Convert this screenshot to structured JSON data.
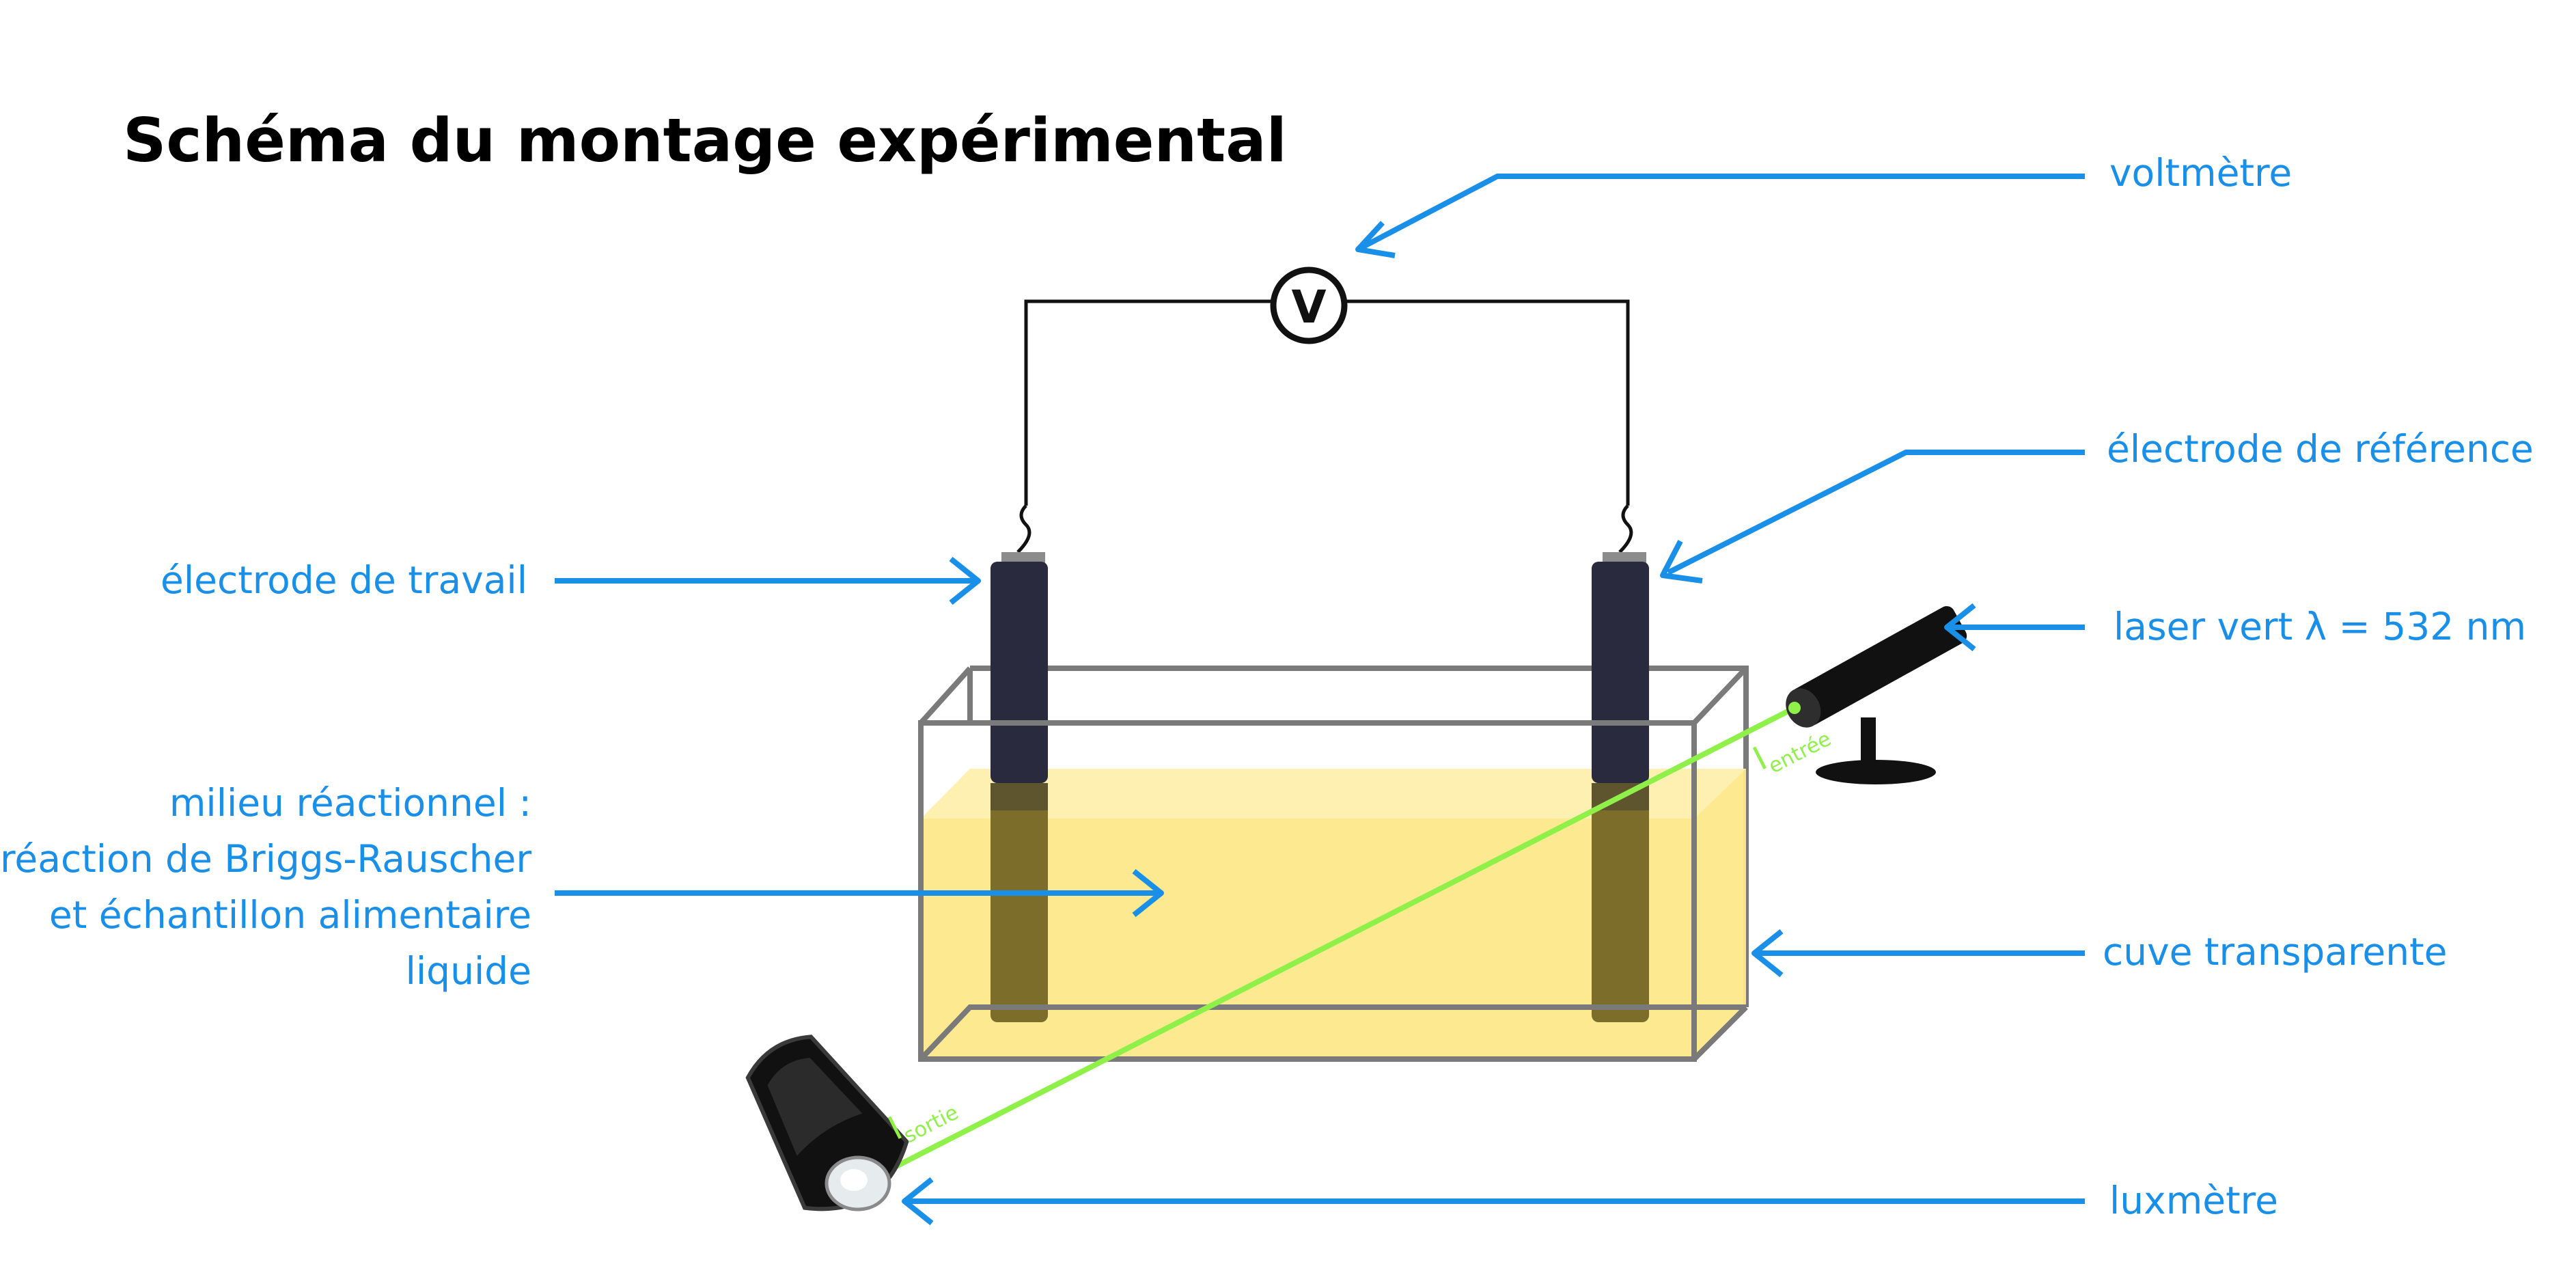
{
  "title": "Schéma du montage expérimental",
  "colors": {
    "label": "#1a8fe8",
    "beam": "#8ff04a",
    "liquid": "#fde98a",
    "electrode": "#2a2a3e",
    "tank": "#7a7a7a",
    "wire": "#111111"
  },
  "voltmeter_symbol": "V",
  "labels": {
    "voltmeter": "voltmètre",
    "reference_electrode": "électrode de référence",
    "working_electrode": "électrode de travail",
    "laser": "laser vert λ = 532 nm",
    "medium": [
      "milieu réactionnel :",
      "réaction de Briggs-Rauscher",
      "et échantillon alimentaire",
      "liquide"
    ],
    "tank": "cuve transparente",
    "luxmeter": "luxmètre"
  },
  "beam_labels": {
    "in_main": "I",
    "in_sub": "entrée",
    "out_main": "I",
    "out_sub": "sortie"
  },
  "icons": {
    "voltmeter": "voltmeter-icon",
    "laser": "laser-pointer-icon",
    "luxmeter": "luxmeter-icon",
    "electrode": "electrode-icon"
  }
}
